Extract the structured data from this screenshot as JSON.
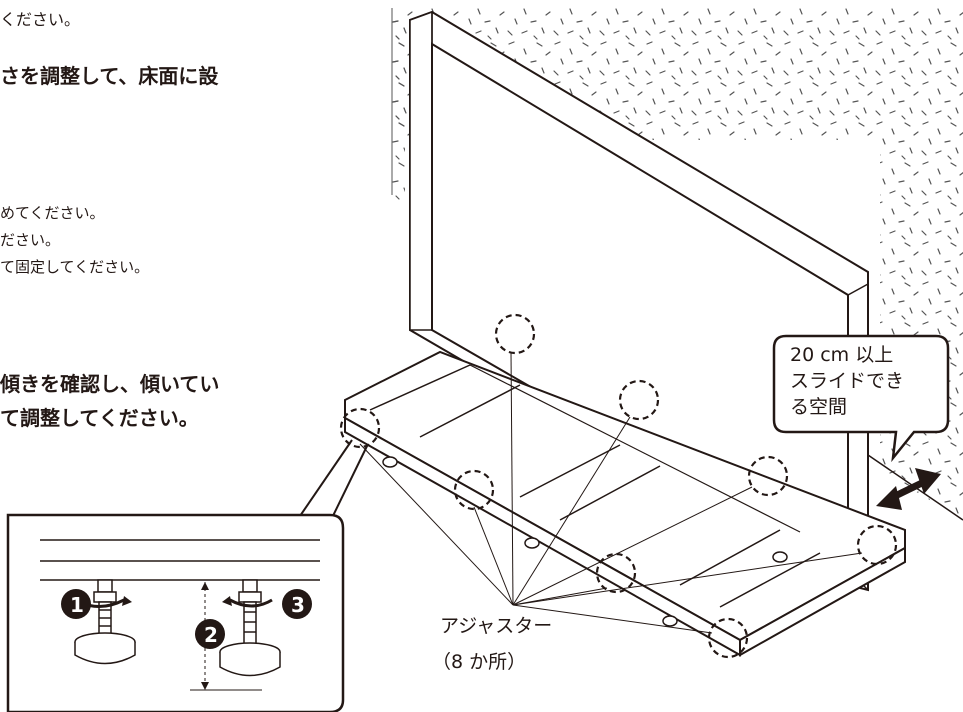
{
  "text_left": {
    "line1": "ください。",
    "line2": "さを調整して、床面に設",
    "note1": "めてください。",
    "note2": "ださい。",
    "note3": "て固定してください。",
    "step1": "傾きを確認し、傾いてい",
    "step2": "て調整してください。"
  },
  "callout": {
    "line1": "20 cm 以上",
    "line2": "スライドでき",
    "line3": "る空間"
  },
  "adjuster_label": {
    "line1": "アジャスター",
    "line2": "（8 か所）"
  },
  "markers": {
    "m1": "1",
    "m2": "2",
    "m3": "3"
  }
}
